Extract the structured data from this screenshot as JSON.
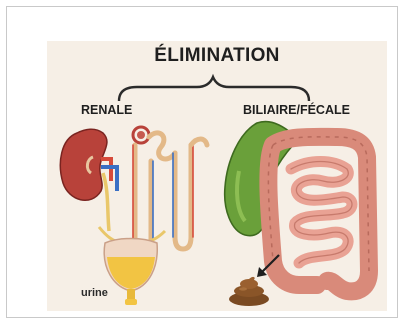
{
  "diagram": {
    "title": "ÉLIMINATION",
    "left_label": "RENALE",
    "right_label": "BILIAIRE/FÉCALE",
    "urine_label": "urine"
  }
}
